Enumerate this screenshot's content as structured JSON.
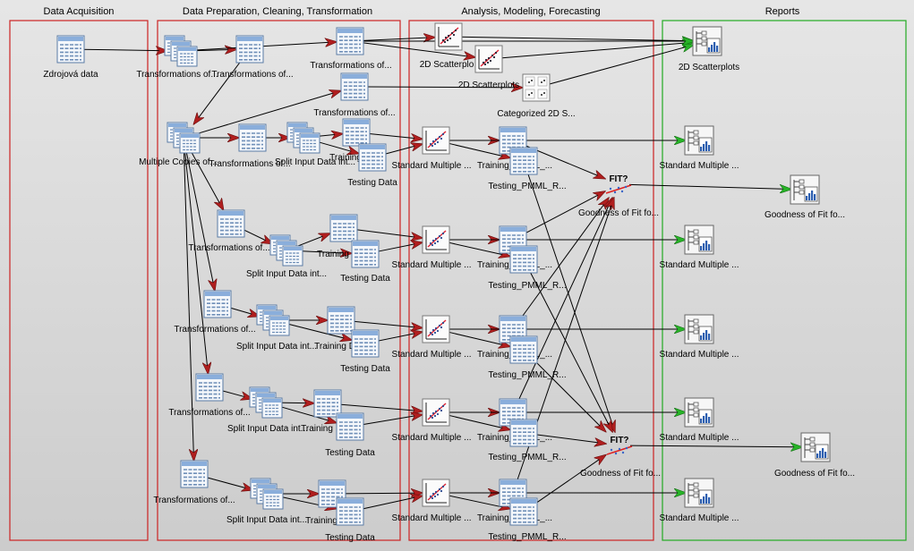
{
  "panels": [
    {
      "title": "Data Acquisition",
      "border": "#cc2222"
    },
    {
      "title": "Data Preparation, Cleaning, Transformation",
      "border": "#cc2222"
    },
    {
      "title": "Analysis, Modeling, Forecasting",
      "border": "#cc2222"
    },
    {
      "title": "Reports",
      "border": "#22aa22"
    }
  ],
  "nodes": [
    {
      "id": "src",
      "icon": "table-icon",
      "label": "Zdrojová data"
    },
    {
      "id": "t1",
      "icon": "multi-table-icon",
      "label": "Transformations of..."
    },
    {
      "id": "t2",
      "icon": "table-icon",
      "label": "Transformations of..."
    },
    {
      "id": "t3",
      "icon": "table-icon",
      "label": "Transformations of..."
    },
    {
      "id": "t4",
      "icon": "table-icon",
      "label": "Transformations of..."
    },
    {
      "id": "sc1",
      "icon": "scatterplot-icon",
      "label": "2D Scatterplo"
    },
    {
      "id": "sc2",
      "icon": "scatterplot-icon",
      "label": "2D Scatterplots"
    },
    {
      "id": "cat",
      "icon": "categorized-scatterplot-icon",
      "label": "Categorized 2D S..."
    },
    {
      "id": "mc",
      "icon": "multi-table-icon",
      "label": "Multiple Copies of..."
    },
    {
      "id": "tr_a",
      "icon": "table-icon",
      "label": "Transformations of..."
    },
    {
      "id": "sp_a",
      "icon": "multi-table-icon",
      "label": "Split Input Data int..."
    },
    {
      "id": "trd_a",
      "icon": "table-icon",
      "label": "Training Data"
    },
    {
      "id": "ted_a",
      "icon": "table-icon",
      "label": "Testing Data"
    },
    {
      "id": "smr_a",
      "icon": "regression-icon",
      "label": "Standard Multiple ..."
    },
    {
      "id": "tp_a",
      "icon": "table-icon",
      "label": "Training_PMML_..."
    },
    {
      "id": "tsp_a",
      "icon": "table-icon",
      "label": "Testing_PMML_R..."
    },
    {
      "id": "tr_b",
      "icon": "table-icon",
      "label": "Transformations of..."
    },
    {
      "id": "sp_b",
      "icon": "multi-table-icon",
      "label": "Split Input Data int..."
    },
    {
      "id": "trd_b",
      "icon": "table-icon",
      "label": "Training Data"
    },
    {
      "id": "ted_b",
      "icon": "table-icon",
      "label": "Testing Data"
    },
    {
      "id": "smr_b",
      "icon": "regression-icon",
      "label": "Standard Multiple ..."
    },
    {
      "id": "tp_b",
      "icon": "table-icon",
      "label": "Training_PMML_..."
    },
    {
      "id": "tsp_b",
      "icon": "table-icon",
      "label": "Testing_PMML_R..."
    },
    {
      "id": "tr_c",
      "icon": "table-icon",
      "label": "Transformations of..."
    },
    {
      "id": "sp_c",
      "icon": "multi-table-icon",
      "label": "Split Input Data int..."
    },
    {
      "id": "trd_c",
      "icon": "table-icon",
      "label": "Training Data"
    },
    {
      "id": "ted_c",
      "icon": "table-icon",
      "label": "Testing Data"
    },
    {
      "id": "smr_c",
      "icon": "regression-icon",
      "label": "Standard Multiple ..."
    },
    {
      "id": "tp_c",
      "icon": "table-icon",
      "label": "Training_PMML_..."
    },
    {
      "id": "tsp_c",
      "icon": "table-icon",
      "label": "Testing_PMML_R..."
    },
    {
      "id": "tr_d",
      "icon": "table-icon",
      "label": "Transformations of..."
    },
    {
      "id": "sp_d",
      "icon": "multi-table-icon",
      "label": "Split Input Data int..."
    },
    {
      "id": "trd_d",
      "icon": "table-icon",
      "label": "Training Data"
    },
    {
      "id": "ted_d",
      "icon": "table-icon",
      "label": "Testing Data"
    },
    {
      "id": "smr_d",
      "icon": "regression-icon",
      "label": "Standard Multiple ..."
    },
    {
      "id": "tp_d",
      "icon": "table-icon",
      "label": "Training_PMML_..."
    },
    {
      "id": "tsp_d",
      "icon": "table-icon",
      "label": "Testing_PMML_R..."
    },
    {
      "id": "tr_e",
      "icon": "table-icon",
      "label": "Transformations of..."
    },
    {
      "id": "sp_e",
      "icon": "multi-table-icon",
      "label": "Split Input Data int..."
    },
    {
      "id": "trd_e",
      "icon": "table-icon",
      "label": "Training Data"
    },
    {
      "id": "ted_e",
      "icon": "table-icon",
      "label": "Testing Data"
    },
    {
      "id": "smr_e",
      "icon": "regression-icon",
      "label": "Standard Multiple ..."
    },
    {
      "id": "tp_e",
      "icon": "table-icon",
      "label": "Training_PMML_..."
    },
    {
      "id": "tsp_e",
      "icon": "table-icon",
      "label": "Testing_PMML_R..."
    },
    {
      "id": "gof1",
      "icon": "fit-icon",
      "label": "Goodness of Fit fo..."
    },
    {
      "id": "gof2",
      "icon": "fit-icon",
      "label": "Goodness of Fit fo..."
    },
    {
      "id": "rep_sc",
      "icon": "report-icon",
      "label": "2D Scatterplots"
    },
    {
      "id": "rep_a",
      "icon": "report-icon",
      "label": "Standard Multiple ..."
    },
    {
      "id": "rep_b",
      "icon": "report-icon",
      "label": "Standard Multiple ..."
    },
    {
      "id": "rep_c",
      "icon": "report-icon",
      "label": "Standard Multiple ..."
    },
    {
      "id": "rep_d",
      "icon": "report-icon",
      "label": "Standard Multiple ..."
    },
    {
      "id": "rep_e",
      "icon": "report-icon",
      "label": "Standard Multiple ..."
    },
    {
      "id": "rep_gof1",
      "icon": "report-icon",
      "label": "Goodness of Fit fo..."
    },
    {
      "id": "rep_gof2",
      "icon": "report-icon",
      "label": "Goodness of Fit fo..."
    }
  ],
  "edges": [
    {
      "from": "src",
      "to": "t1",
      "kind": "data"
    },
    {
      "from": "t1",
      "to": "t2",
      "kind": "data"
    },
    {
      "from": "t1",
      "to": "t3",
      "kind": "data"
    },
    {
      "from": "t2",
      "to": "mc",
      "kind": "data"
    },
    {
      "from": "mc",
      "to": "t4",
      "kind": "data"
    },
    {
      "from": "t3",
      "to": "sc1",
      "kind": "data"
    },
    {
      "from": "t3",
      "to": "sc2",
      "kind": "data"
    },
    {
      "from": "t4",
      "to": "cat",
      "kind": "data"
    },
    {
      "from": "mc",
      "to": "tr_a",
      "kind": "data"
    },
    {
      "from": "mc",
      "to": "tr_b",
      "kind": "data"
    },
    {
      "from": "mc",
      "to": "tr_c",
      "kind": "data"
    },
    {
      "from": "mc",
      "to": "tr_d",
      "kind": "data"
    },
    {
      "from": "mc",
      "to": "tr_e",
      "kind": "data"
    },
    {
      "from": "tr_a",
      "to": "sp_a",
      "kind": "data"
    },
    {
      "from": "sp_a",
      "to": "trd_a",
      "kind": "data"
    },
    {
      "from": "sp_a",
      "to": "ted_a",
      "kind": "data"
    },
    {
      "from": "trd_a",
      "to": "smr_a",
      "kind": "data"
    },
    {
      "from": "ted_a",
      "to": "smr_a",
      "kind": "data"
    },
    {
      "from": "smr_a",
      "to": "tp_a",
      "kind": "data"
    },
    {
      "from": "smr_a",
      "to": "tsp_a",
      "kind": "data"
    },
    {
      "from": "tr_b",
      "to": "sp_b",
      "kind": "data"
    },
    {
      "from": "sp_b",
      "to": "trd_b",
      "kind": "data"
    },
    {
      "from": "sp_b",
      "to": "ted_b",
      "kind": "data"
    },
    {
      "from": "trd_b",
      "to": "smr_b",
      "kind": "data"
    },
    {
      "from": "ted_b",
      "to": "smr_b",
      "kind": "data"
    },
    {
      "from": "smr_b",
      "to": "tp_b",
      "kind": "data"
    },
    {
      "from": "smr_b",
      "to": "tsp_b",
      "kind": "data"
    },
    {
      "from": "tr_c",
      "to": "sp_c",
      "kind": "data"
    },
    {
      "from": "sp_c",
      "to": "trd_c",
      "kind": "data"
    },
    {
      "from": "sp_c",
      "to": "ted_c",
      "kind": "data"
    },
    {
      "from": "trd_c",
      "to": "smr_c",
      "kind": "data"
    },
    {
      "from": "ted_c",
      "to": "smr_c",
      "kind": "data"
    },
    {
      "from": "smr_c",
      "to": "tp_c",
      "kind": "data"
    },
    {
      "from": "smr_c",
      "to": "tsp_c",
      "kind": "data"
    },
    {
      "from": "tr_d",
      "to": "sp_d",
      "kind": "data"
    },
    {
      "from": "sp_d",
      "to": "trd_d",
      "kind": "data"
    },
    {
      "from": "sp_d",
      "to": "ted_d",
      "kind": "data"
    },
    {
      "from": "trd_d",
      "to": "smr_d",
      "kind": "data"
    },
    {
      "from": "ted_d",
      "to": "smr_d",
      "kind": "data"
    },
    {
      "from": "smr_d",
      "to": "tp_d",
      "kind": "data"
    },
    {
      "from": "smr_d",
      "to": "tsp_d",
      "kind": "data"
    },
    {
      "from": "tr_e",
      "to": "sp_e",
      "kind": "data"
    },
    {
      "from": "sp_e",
      "to": "trd_e",
      "kind": "data"
    },
    {
      "from": "sp_e",
      "to": "ted_e",
      "kind": "data"
    },
    {
      "from": "trd_e",
      "to": "smr_e",
      "kind": "data"
    },
    {
      "from": "ted_e",
      "to": "smr_e",
      "kind": "data"
    },
    {
      "from": "smr_e",
      "to": "tp_e",
      "kind": "data"
    },
    {
      "from": "smr_e",
      "to": "tsp_e",
      "kind": "data"
    },
    {
      "from": "tp_a",
      "to": "gof1",
      "kind": "data"
    },
    {
      "from": "tp_b",
      "to": "gof1",
      "kind": "data"
    },
    {
      "from": "tp_c",
      "to": "gof1",
      "kind": "data"
    },
    {
      "from": "tp_d",
      "to": "gof1",
      "kind": "data"
    },
    {
      "from": "tp_e",
      "to": "gof1",
      "kind": "data"
    },
    {
      "from": "tsp_a",
      "to": "gof2",
      "kind": "data"
    },
    {
      "from": "tsp_b",
      "to": "gof2",
      "kind": "data"
    },
    {
      "from": "tsp_c",
      "to": "gof2",
      "kind": "data"
    },
    {
      "from": "tsp_d",
      "to": "gof2",
      "kind": "data"
    },
    {
      "from": "tsp_e",
      "to": "gof2",
      "kind": "data"
    },
    {
      "from": "sc1",
      "to": "rep_sc",
      "kind": "report"
    },
    {
      "from": "sc2",
      "to": "rep_sc",
      "kind": "report"
    },
    {
      "from": "cat",
      "to": "rep_sc",
      "kind": "report"
    },
    {
      "from": "t3",
      "to": "rep_sc",
      "kind": "report"
    },
    {
      "from": "smr_a",
      "to": "rep_a",
      "kind": "report"
    },
    {
      "from": "smr_b",
      "to": "rep_b",
      "kind": "report"
    },
    {
      "from": "smr_c",
      "to": "rep_c",
      "kind": "report"
    },
    {
      "from": "smr_d",
      "to": "rep_d",
      "kind": "report"
    },
    {
      "from": "smr_e",
      "to": "rep_e",
      "kind": "report"
    },
    {
      "from": "gof1",
      "to": "rep_gof1",
      "kind": "report"
    },
    {
      "from": "gof2",
      "to": "rep_gof2",
      "kind": "report"
    }
  ],
  "colors": {
    "background": "#d9d9d9",
    "data_arrow": "#000000",
    "data_arrowhead": "#b01e1e",
    "report_arrowhead": "#28b428",
    "prep_border": "#cc2222",
    "report_border": "#22aa22"
  }
}
